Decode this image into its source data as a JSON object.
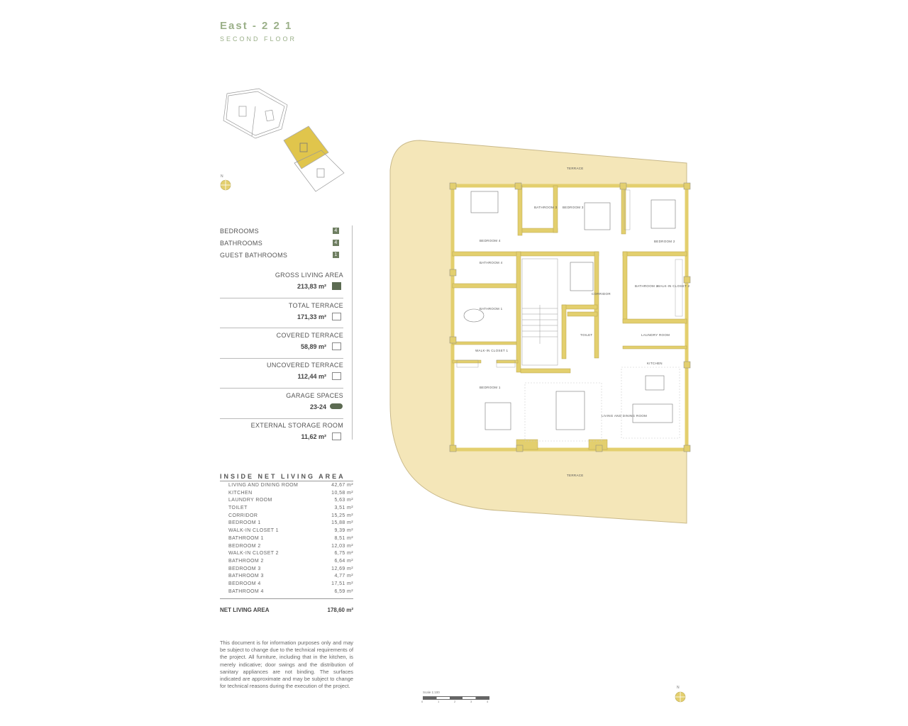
{
  "header": {
    "title": "East - 2 2 1",
    "subtitle": "SECOND FLOOR"
  },
  "counts": [
    {
      "label": "BEDROOMS",
      "value": "4"
    },
    {
      "label": "BATHROOMS",
      "value": "4"
    },
    {
      "label": "GUEST BATHROOMS",
      "value": "1"
    }
  ],
  "areas": [
    {
      "label": "GROSS LIVING AREA",
      "value": "213,83 m²",
      "icon": "filled-square-icon"
    },
    {
      "label": "TOTAL TERRACE",
      "value": "171,33 m²",
      "icon": "terrace-icon"
    },
    {
      "label": "COVERED TERRACE",
      "value": "58,89 m²",
      "icon": "covered-terrace-icon"
    },
    {
      "label": "UNCOVERED TERRACE",
      "value": "112,44 m²",
      "icon": "uncovered-terrace-icon"
    },
    {
      "label": "GARAGE SPACES",
      "value": "23-24",
      "icon": "car-icon"
    },
    {
      "label": "EXTERNAL STORAGE ROOM",
      "value": "11,62 m²",
      "icon": "storage-box-icon"
    }
  ],
  "net_area": {
    "title": "INSIDE NET LIVING AREA",
    "rooms": [
      {
        "name": "LIVING AND DINING ROOM",
        "value": "42,67 m²"
      },
      {
        "name": "KITCHEN",
        "value": "10,58 m²"
      },
      {
        "name": "LAUNDRY ROOM",
        "value": "5,63 m²"
      },
      {
        "name": "TOILET",
        "value": "3,51 m²"
      },
      {
        "name": "CORRIDOR",
        "value": "15,25 m²"
      },
      {
        "name": "BEDROOM 1",
        "value": "15,88 m²"
      },
      {
        "name": "WALK-IN CLOSET 1",
        "value": "9,39 m²"
      },
      {
        "name": "BATHROOM 1",
        "value": "8,51 m²"
      },
      {
        "name": "BEDROOM 2",
        "value": "12,03 m²"
      },
      {
        "name": "WALK-IN CLOSET 2",
        "value": "6,75 m²"
      },
      {
        "name": "BATHROOM 2",
        "value": "6,64 m²"
      },
      {
        "name": "BEDROOM 3",
        "value": "12,69 m²"
      },
      {
        "name": "BATHROOM 3",
        "value": "4,77 m²"
      },
      {
        "name": "BEDROOM 4",
        "value": "17,51 m²"
      },
      {
        "name": "BATHROOM 4",
        "value": "6,59 m²"
      }
    ],
    "total_label": "NET LIVING AREA",
    "total_value": "178,60 m²"
  },
  "disclaimer": "This document is for information purposes only and may be subject to change due to the technical requirements of the project. All furniture, including that in the kitchen, is merely indicative; door swings and the distribution of sanitary appliances are not binding. The surfaces indicated are approximate and may be subject to change for technical reasons during the execution of the project.",
  "plan": {
    "terrace_top": "TERRACE",
    "terrace_bottom": "TERRACE",
    "bedroom4": "BEDROOM 4",
    "bathroom3": "BATHROOM 3",
    "bedroom3": "BEDROOM 3",
    "bedroom2": "BEDROOM 2",
    "bathroom4": "BATHROOM 4",
    "bathroom1": "BATHROOM 1",
    "corridor": "CORRIDOR",
    "bathroom2": "BATHROOM 2",
    "walkin2": "WALK-IN CLOSET 2",
    "toilet": "TOILET",
    "laundry": "LAUNDRY ROOM",
    "walkin1": "WALK-IN CLOSET 1",
    "kitchen": "KITCHEN",
    "bedroom1": "BEDROOM 1",
    "living": "LIVING AND DINING ROOM",
    "north": "N",
    "scale_label": "Scale 1:100",
    "scale_ticks": [
      "0",
      "1",
      "2",
      "3",
      "4"
    ]
  },
  "colors": {
    "accent_green": "#9bb089",
    "terrace_fill": "#f4e6b8",
    "wall_fill": "#e3cf6e",
    "highlight_yellow": "#e0c54c"
  }
}
